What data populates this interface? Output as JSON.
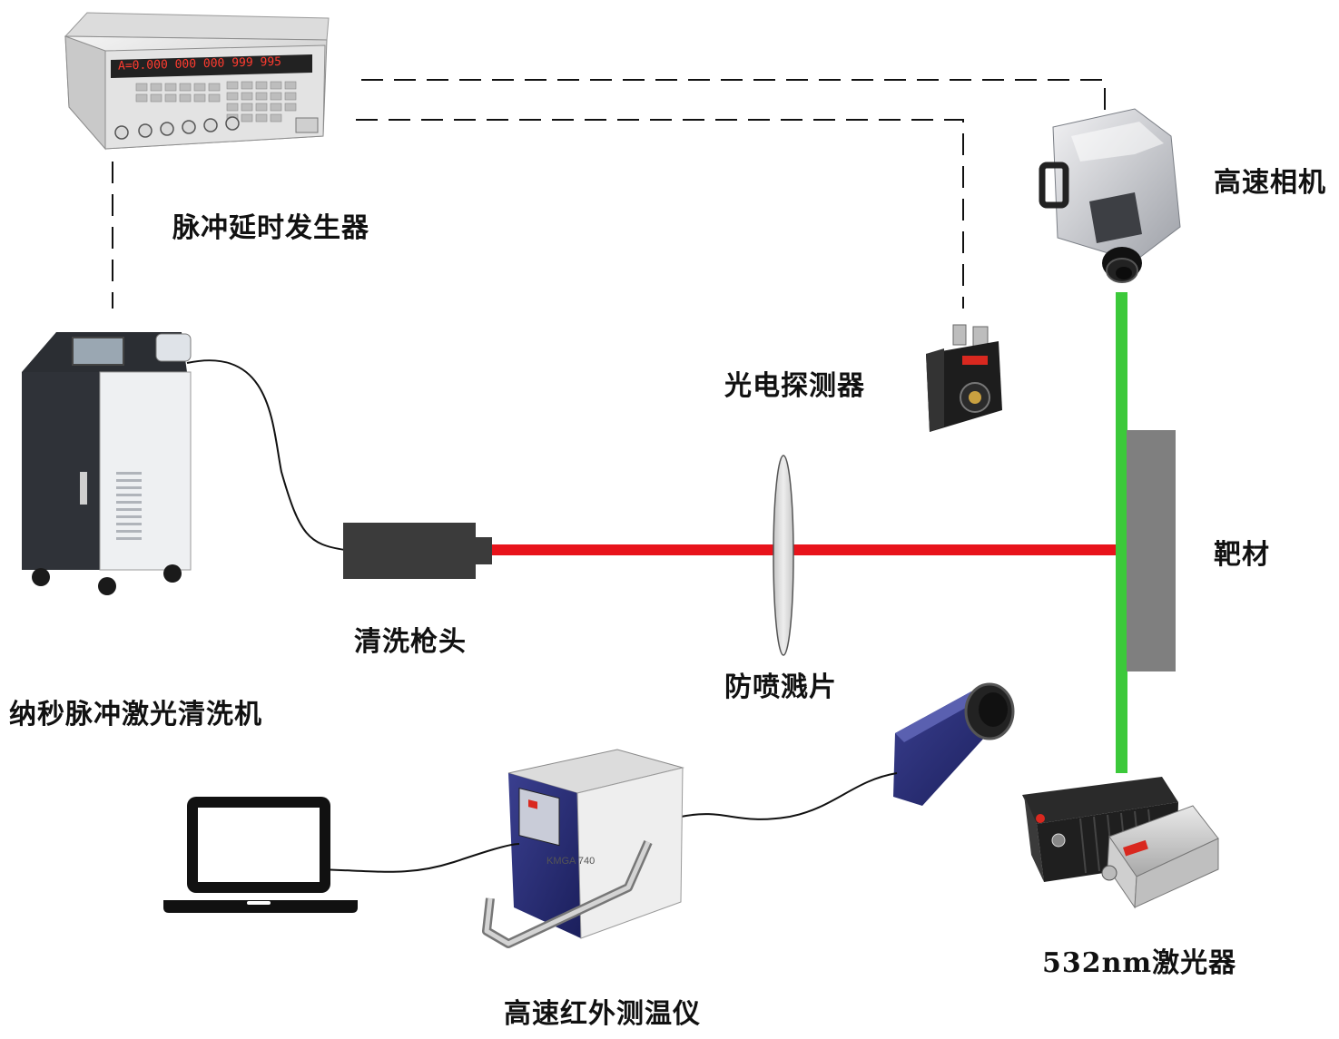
{
  "labels": {
    "pulse_generator": "脉冲延时发生器",
    "high_speed_camera": "高速相机",
    "photodetector": "光电探测器",
    "target": "靶材",
    "cleaning_gun_head": "清洗枪头",
    "anti_spatter_shield": "防喷溅片",
    "ns_pulse_laser_cleaner": "纳秒脉冲激光清洗机",
    "laser_532nm": "532nm激光器",
    "high_speed_ir_pyrometer": "高速红外测温仪"
  },
  "devices": {
    "pulse_generator_display": "A=0.000 000 000 999 995",
    "pyrometer_model": "KMGA 740"
  },
  "colors": {
    "red_beam": "#e8131b",
    "green_beam": "#3cc93a",
    "target_gray": "#7f7f7f"
  }
}
